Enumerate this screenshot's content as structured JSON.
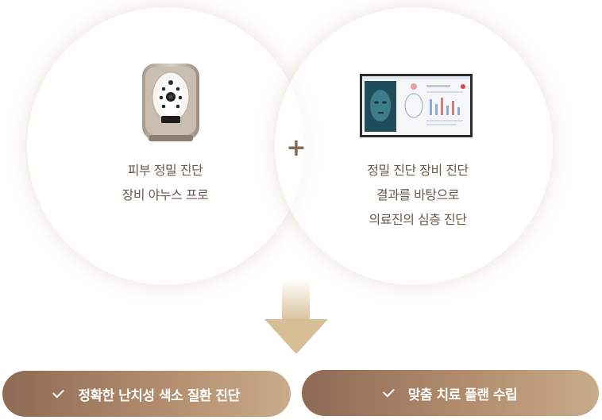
{
  "left_panel": {
    "caption_line1": "피부 정밀 진단",
    "caption_line2": "장비 야누스 프로"
  },
  "plus_symbol": "+",
  "right_panel": {
    "caption_line1": "정밀 진단 장비 진단",
    "caption_line2": "결과를 바탕으로",
    "caption_line3": "의료진의 심층 진단"
  },
  "results": [
    {
      "label": "정확한 난치성 색소 질환 진단"
    },
    {
      "label": "맞춤 치료 플랜 수립"
    }
  ],
  "colors": {
    "accent_brown": "#8d6a55",
    "accent_gold": "#d6bf94",
    "text_brown": "#6c5748"
  }
}
